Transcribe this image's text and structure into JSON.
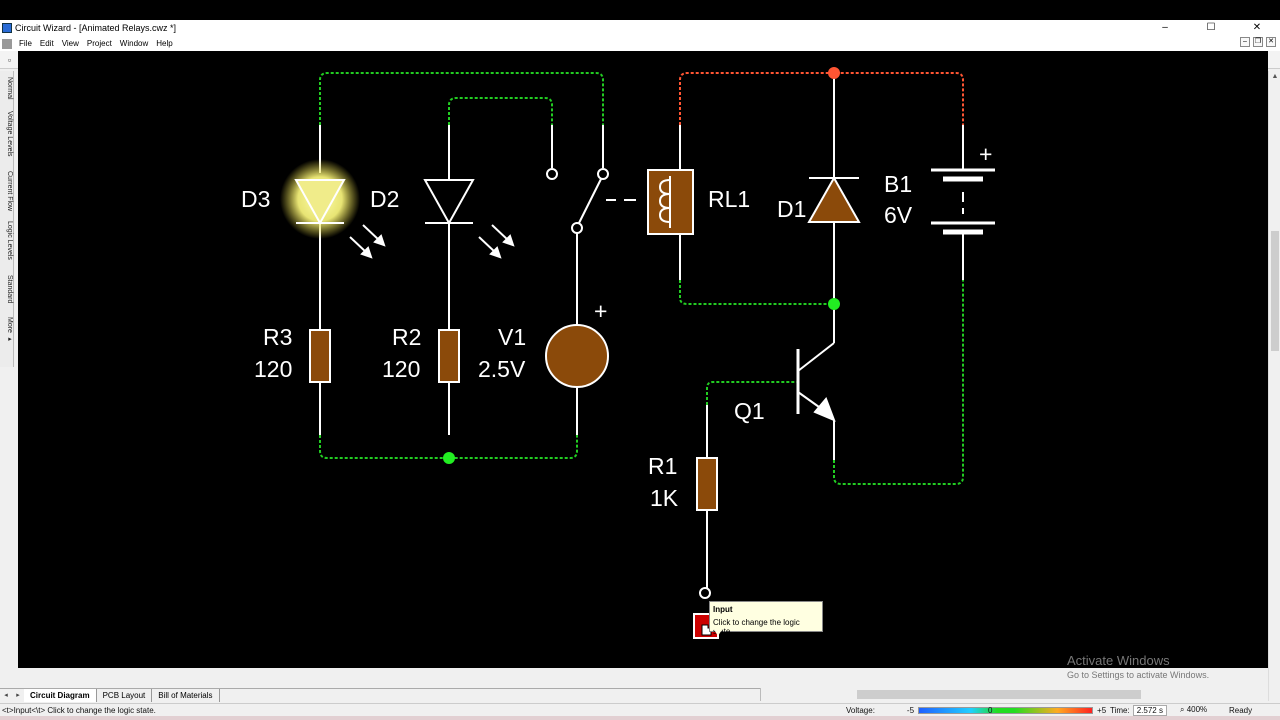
{
  "window": {
    "title": "Circuit Wizard - [Animated Relays.cwz *]",
    "controls": [
      "–",
      "☐",
      "✕"
    ]
  },
  "menu": {
    "items": [
      "File",
      "Edit",
      "View",
      "Project",
      "Window",
      "Help"
    ]
  },
  "left_tabs": [
    "Normal",
    "Voltage Levels",
    "Current Flow",
    "Logic Levels",
    "Standard",
    "More ▸"
  ],
  "circuit": {
    "components": {
      "d3": "D3",
      "d2": "D2",
      "r3": {
        "name": "R3",
        "value": "120"
      },
      "r2": {
        "name": "R2",
        "value": "120"
      },
      "v1": {
        "name": "V1",
        "value": "2.5V"
      },
      "rl1": "RL1",
      "d1": "D1",
      "b1": {
        "name": "B1",
        "value": "6V"
      },
      "q1": "Q1",
      "r1": {
        "name": "R1",
        "value": "1K"
      },
      "plus": "+"
    },
    "colors": {
      "wire": "#ffffff",
      "wire_low": "#22cc22",
      "wire_high": "#ff5533",
      "component_fill": "#8b4a0a",
      "led_glow": "#ffff66",
      "input_state": "#cc0000"
    },
    "d3_lit": true
  },
  "tooltip": {
    "title": "Input",
    "text": "Click to change the logic state."
  },
  "tabs": [
    "Circuit Diagram",
    "PCB Layout",
    "Bill of Materials"
  ],
  "active_tab": "Circuit Diagram",
  "status": {
    "message": "<t>Input<\\t> Click to change the logic state.",
    "voltage_label": "Voltage:",
    "v_min": "-5",
    "v_mid": "0",
    "v_max": "+5",
    "time_label": "Time:",
    "time_value": "2.572 s",
    "zoom": "400%",
    "ready": "Ready"
  },
  "watermark": {
    "line1": "Activate Windows",
    "line2": "Go to Settings to activate Windows."
  }
}
